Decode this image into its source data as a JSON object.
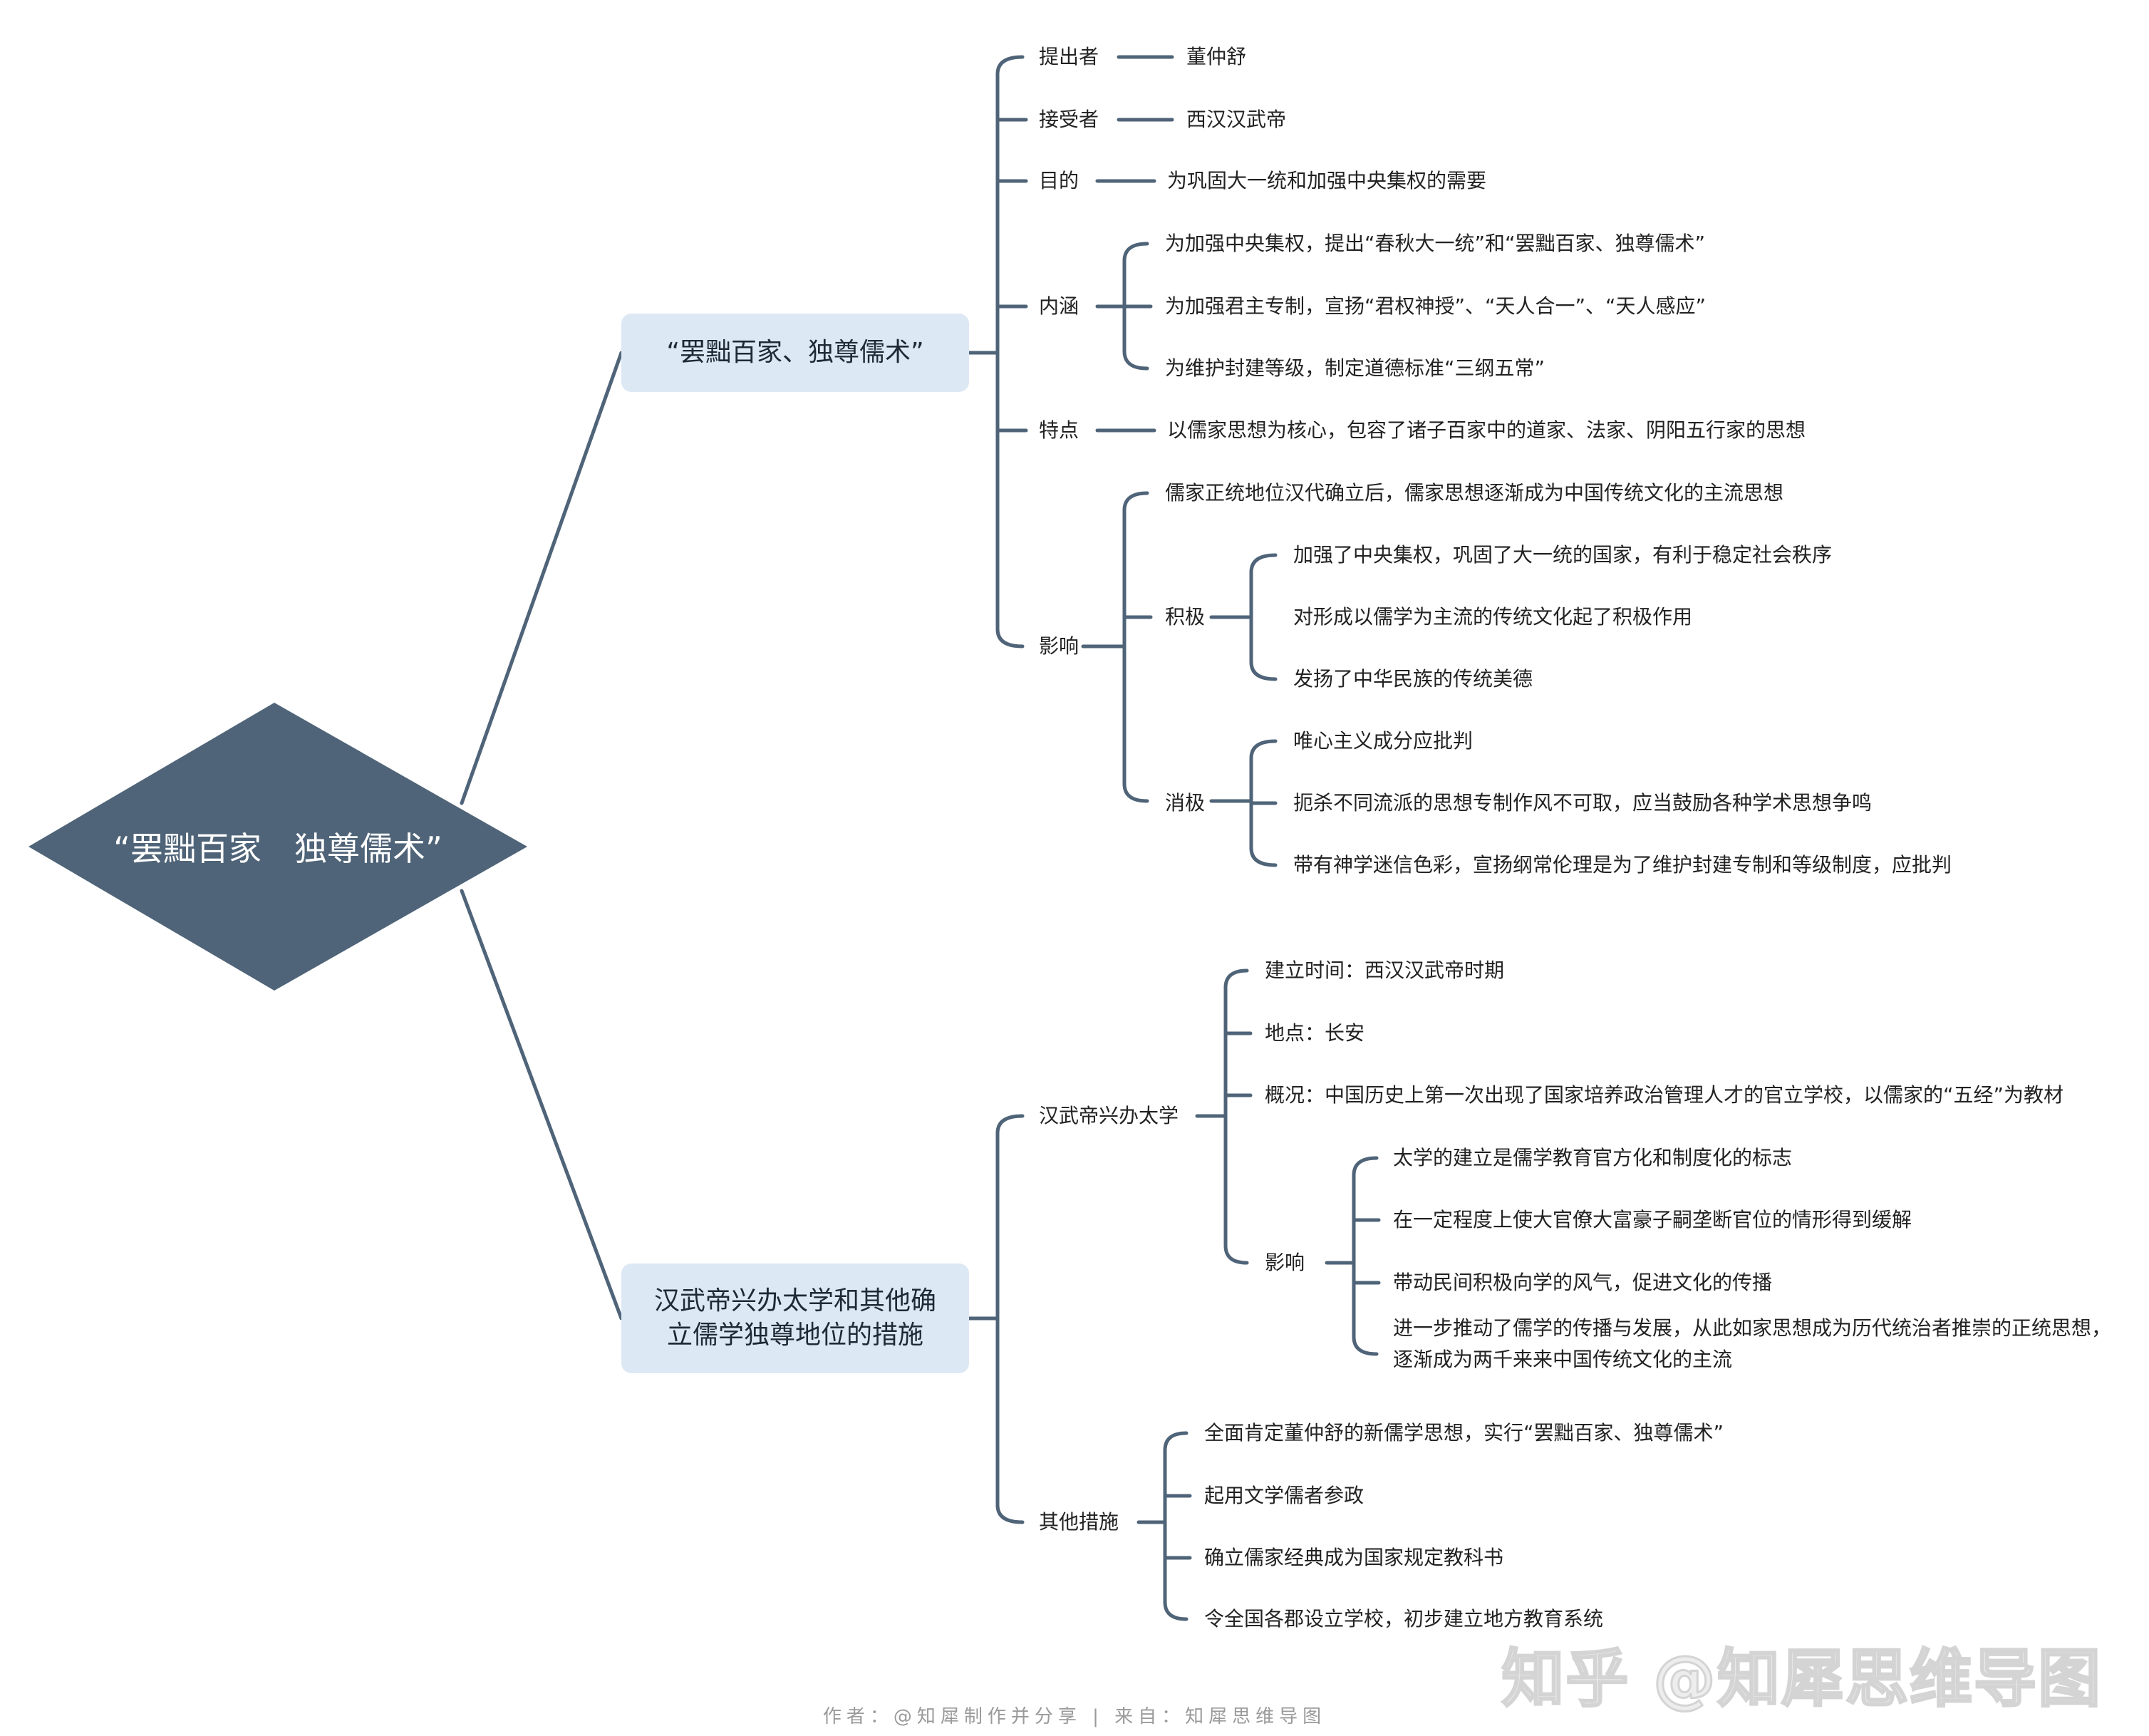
{
  "root": {
    "label": "“罢黜百家　独尊儒术”"
  },
  "branch1": {
    "label": "“罢黜百家、独尊儒术”",
    "proposer": {
      "key": "提出者",
      "value": "董仲舒"
    },
    "acceptor": {
      "key": "接受者",
      "value": "西汉汉武帝"
    },
    "purpose": {
      "key": "目的",
      "value": "为巩固大一统和加强中央集权的需要"
    },
    "connotation": {
      "key": "内涵",
      "items": [
        "为加强中央集权，提出“春秋大一统”和“罢黜百家、独尊儒术”",
        "为加强君主专制，宣扬“君权神授”、“天人合一”、“天人感应”",
        "为维护封建等级，制定道德标准“三纲五常”"
      ]
    },
    "feature": {
      "key": "特点",
      "value": "以儒家思想为核心，包容了诸子百家中的道家、法家、阴阳五行家的思想"
    },
    "influence": {
      "key": "影响",
      "lead": "儒家正统地位汉代确立后，儒家思想逐渐成为中国传统文化的主流思想",
      "positive": {
        "key": "积极",
        "items": [
          "加强了中央集权，巩固了大一统的国家，有利于稳定社会秩序",
          "对形成以儒学为主流的传统文化起了积极作用",
          "发扬了中华民族的传统美德"
        ]
      },
      "negative": {
        "key": "消极",
        "items": [
          "唯心主义成分应批判",
          "扼杀不同流派的思想专制作风不可取，应当鼓励各种学术思想争鸣",
          "带有神学迷信色彩，宣扬纲常伦理是为了维护封建专制和等级制度，应批判"
        ]
      }
    }
  },
  "branch2": {
    "label_line1": "汉武帝兴办太学和其他确",
    "label_line2": "立儒学独尊地位的措施",
    "taixue": {
      "key": "汉武帝兴办太学",
      "time": "建立时间：西汉汉武帝时期",
      "place": "地点：长安",
      "overview": "概况：中国历史上第一次出现了国家培养政治管理人才的官立学校，以儒家的“五经”为教材",
      "influence": {
        "key": "影响",
        "items": [
          "太学的建立是儒学教育官方化和制度化的标志",
          "在一定程度上使大官僚大富豪子嗣垄断官位的情形得到缓解",
          "带动民间积极向学的风气，促进文化的传播"
        ],
        "last_line1": "进一步推动了儒学的传播与发展，从此如家思想成为历代统治者推崇的正统思想，",
        "last_line2": "逐渐成为两千来来中国传统文化的主流"
      }
    },
    "other": {
      "key": "其他措施",
      "items": [
        "全面肯定董仲舒的新儒学思想，实行“罢黜百家、独尊儒术”",
        "起用文学儒者参政",
        "确立儒家经典成为国家规定教科书",
        "令全国各郡设立学校，初步建立地方教育系统"
      ]
    }
  },
  "watermark": "知乎 @知犀思维导图",
  "footer": "作者：@知犀制作并分享 | 来自：知犀思维导图",
  "colors": {
    "line": "#4f6478",
    "root_fill": "#4f6478",
    "branch_fill": "#dde8f5"
  }
}
